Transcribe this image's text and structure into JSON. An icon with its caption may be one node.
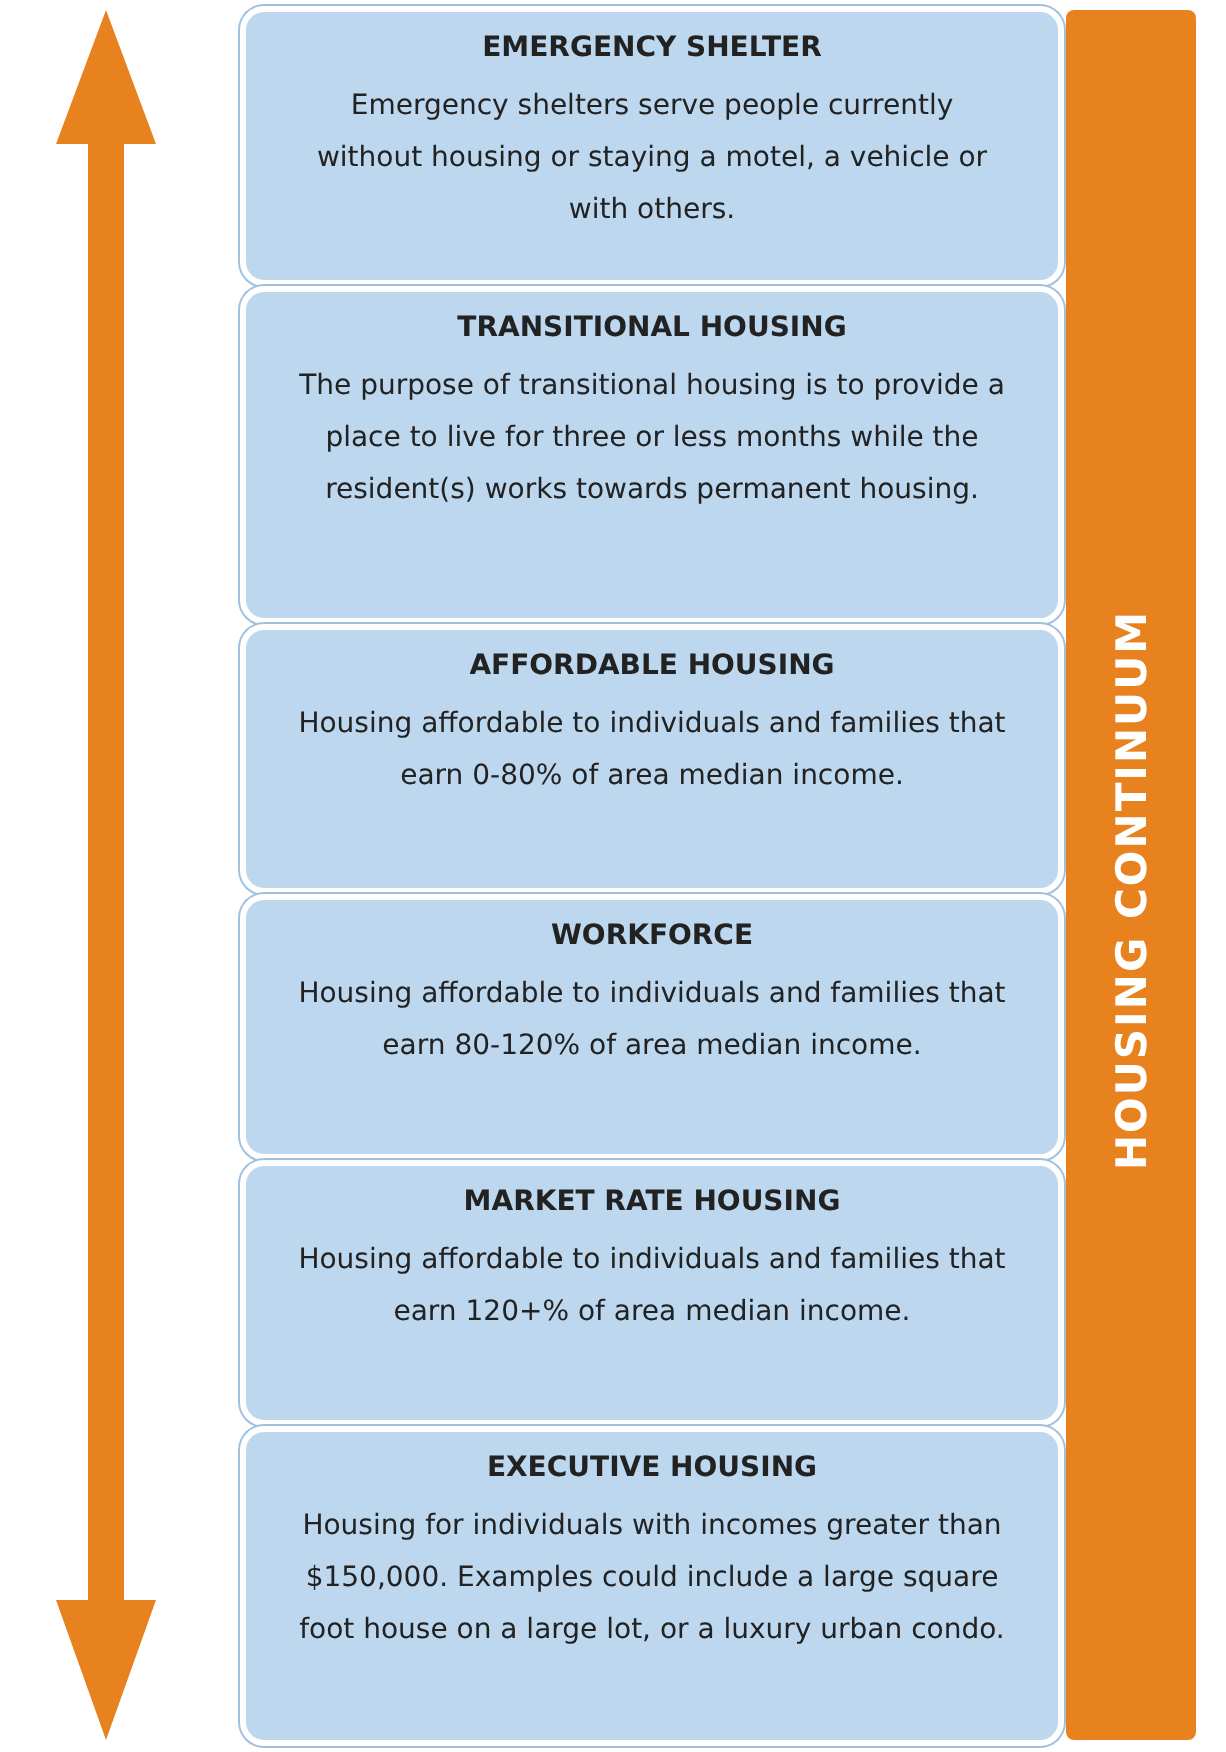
{
  "diagram": {
    "nodes": [
      {
        "text": [
          "HOUSING CONTINUUM"
        ]
      },
      {
        "text": [
          "EMERGENCY SHELTER",
          "Emergency shelters serve people currently without housing or staying a motel, a vehicle or with others."
        ]
      },
      {
        "text": [
          "TRANSITIONAL HOUSING",
          "The purpose of transitional housing is to provide a place to live for three or less months while the resident(s) works towards permanent housing."
        ]
      },
      {
        "text": [
          "AFFORDABLE HOUSING",
          "Housing affordable to individuals and families that earn 0-80% of area median income."
        ]
      },
      {
        "text": [
          "WORKFORCE",
          "Housing affordable to individuals and families that earn 80-120% of area median income."
        ]
      },
      {
        "text": [
          "MARKET RATE HOUSING",
          "Housing affordable to individuals and families that earn 120+% of area median income."
        ]
      },
      {
        "text": [
          "EXECUTIVE HOUSING",
          "Housing for individuals with incomes greater than $150,000.  Examples could include a large square foot house on a large lot, or a luxury urban condo."
        ]
      }
    ]
  }
}
